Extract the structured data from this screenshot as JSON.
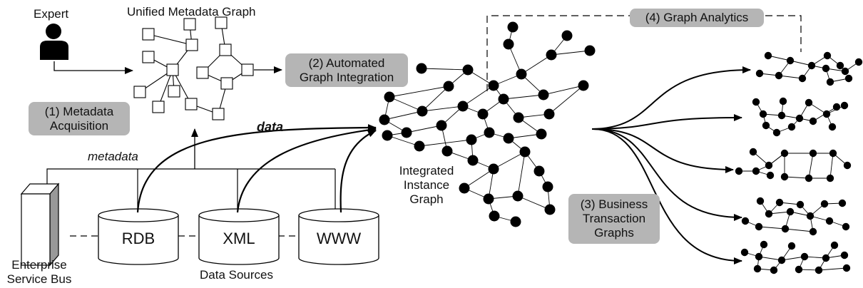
{
  "labels": {
    "expert": "Expert",
    "unified_metadata_graph": "Unified Metadata Graph",
    "metadata": "metadata",
    "data": "data",
    "integrated_instance_graph": [
      "Integrated",
      "Instance",
      "Graph"
    ],
    "data_sources": "Data Sources",
    "enterprise_service_bus": [
      "Enterprise",
      "Service Bus"
    ]
  },
  "steps": {
    "metadata_acquisition": [
      "(1) Metadata",
      "Acquisition"
    ],
    "automated_graph_integration": [
      "(2) Automated",
      "Graph Integration"
    ],
    "business_transaction_graphs": [
      "(3) Business",
      "Transaction",
      "Graphs"
    ],
    "graph_analytics": "(4) Graph Analytics"
  },
  "data_sources": [
    "RDB",
    "XML",
    "WWW"
  ],
  "colors": {
    "step_box": "#b5b5b5",
    "node": "#000000",
    "line": "#000000"
  },
  "icons": [
    "expert-person-icon",
    "enterprise-service-bus-server-icon",
    "database-cylinder-icon"
  ]
}
